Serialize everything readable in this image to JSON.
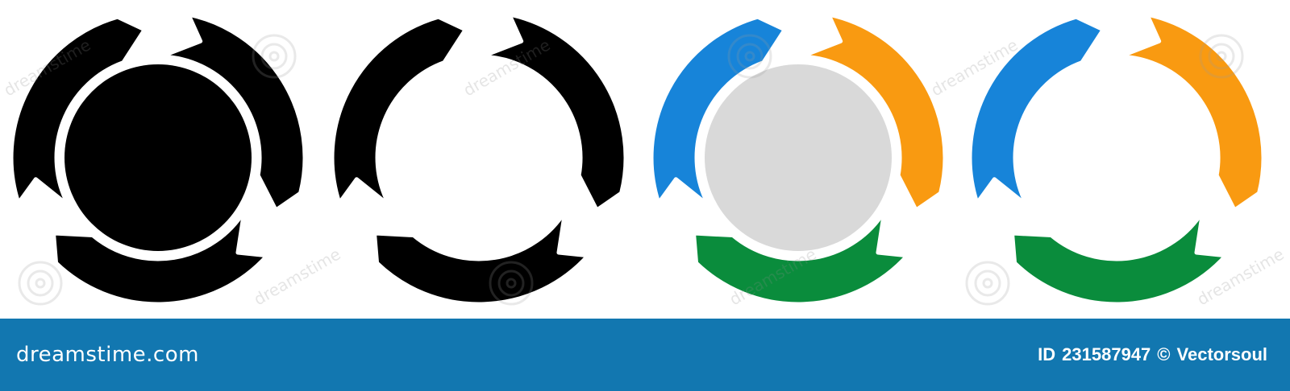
{
  "footer": {
    "brand": "dreamstime.com",
    "id_label": "ID",
    "id_value": "231587947",
    "copyright_symbol": "©",
    "author": "Vectorsoul",
    "background_color": "#1277b0"
  },
  "watermark": {
    "text": "dreamstime"
  },
  "icons": [
    {
      "variant": "solid-black",
      "segment_colors": [
        "#000000",
        "#000000",
        "#000000"
      ],
      "center_color": "#000000",
      "center_ring": true
    },
    {
      "variant": "outline-black",
      "segment_colors": [
        "#000000",
        "#000000",
        "#000000"
      ],
      "center_color": "#ffffff",
      "center_ring": false
    },
    {
      "variant": "colored-with-gray-center",
      "segment_colors": [
        "#f99a11",
        "#0a8c3c",
        "#1784d9"
      ],
      "center_color": "#d9d9d9",
      "center_ring": true
    },
    {
      "variant": "colored-outline",
      "segment_colors": [
        "#f99a11",
        "#0a8c3c",
        "#1784d9"
      ],
      "center_color": "#ffffff",
      "center_ring": false
    }
  ]
}
